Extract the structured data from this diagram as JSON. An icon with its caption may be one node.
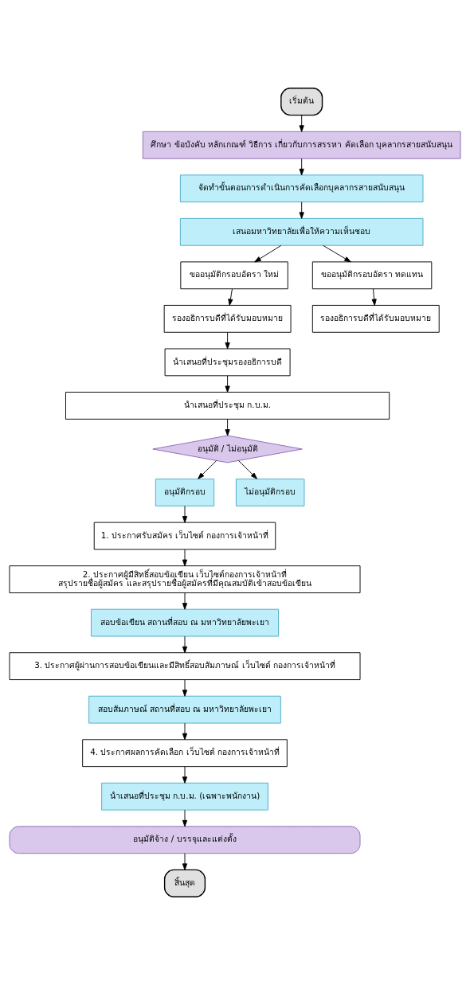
{
  "diagram": {
    "nodes": [
      {
        "text": [
          "เริ่มต้น"
        ]
      },
      {
        "text": [
          "ศึกษา ข้อบังคับ หลักเกณฑ์ วิธีการ เกี่ยวกับการสรรหา คัดเลือก บุคลากรสายสนับสนุน"
        ]
      },
      {
        "text": [
          "จัดทำขั้นตอนการดำเนินการคัดเลือกบุคลากรสายสนับสนุน"
        ]
      },
      {
        "text": [
          "เสนอมหาวิทยาลัยเพื่อให้ความเห็นชอบ"
        ]
      },
      {
        "text": [
          "ขออนุมัติกรอบอัตรา ใหม่"
        ]
      },
      {
        "text": [
          "ขออนุมัติกรอบอัตรา ทดแทน"
        ]
      },
      {
        "text": [
          "รองอธิการบดีที่ได้รับมอบหมาย"
        ]
      },
      {
        "text": [
          "รองอธิการบดีที่ได้รับมอบหมาย"
        ]
      },
      {
        "text": [
          "นำเสนอที่ประชุมรองอธิการบดี"
        ]
      },
      {
        "text": [
          "นำเสนอที่ประชุม ก.บ.ม."
        ]
      },
      {
        "text": [
          "อนุมัติ / ไม่อนุมัติ"
        ]
      },
      {
        "text": [
          "อนุมัติกรอบ"
        ]
      },
      {
        "text": [
          "ไม่อนุมัติกรอบ"
        ]
      },
      {
        "text": [
          "1. ประกาศรับสมัคร เว็บไซต์ กองการเจ้าหน้าที่"
        ]
      },
      {
        "text": [
          "2. ประกาศผู้มีสิทธิ์สอบข้อเขียน เว็บไซต์กองการเจ้าหน้าที่",
          "สรุปรายชื่อผู้สมัคร และสรุปรายชื่อผู้สมัครที่มีคุณสมบัติเข้าสอบข้อเขียน"
        ]
      },
      {
        "text": [
          "สอบข้อเขียน สถานที่สอบ ณ มหาวิทยาลัยพะเยา"
        ]
      },
      {
        "text": [
          "3. ประกาศผู้ผ่านการสอบข้อเขียนและมีสิทธิ์สอบสัมภาษณ์ เว็บไซต์ กองการเจ้าหน้าที่"
        ]
      },
      {
        "text": [
          "สอบสัมภาษณ์ สถานที่สอบ ณ มหาวิทยาลัยพะเยา"
        ]
      },
      {
        "text": [
          "4. ประกาศผลการคัดเลือก เว็บไซต์ กองการเจ้าหน้าที่"
        ]
      },
      {
        "text": [
          "นำเสนอที่ประชุม ก.บ.ม. (เฉพาะพนักงาน)"
        ]
      },
      {
        "text": [
          "อนุมัติจ้าง / บรรจุและแต่งตั้ง"
        ]
      },
      {
        "text": [
          "สิ้นสุด"
        ]
      }
    ],
    "edges": [
      {
        "from": 0,
        "to": 1,
        "arrow": "to"
      },
      {
        "from": 1,
        "to": 2,
        "arrow": "to"
      },
      {
        "from": 2,
        "to": 3,
        "arrow": "to"
      },
      {
        "from": 3,
        "to": 4,
        "arrow": "to"
      },
      {
        "from": 3,
        "to": 5,
        "arrow": "to"
      },
      {
        "from": 4,
        "to": 6,
        "arrow": "to"
      },
      {
        "from": 5,
        "to": 7,
        "arrow": "to"
      },
      {
        "from": 6,
        "to": 8,
        "arrow": "to"
      },
      {
        "from": 8,
        "to": 9,
        "arrow": "to"
      },
      {
        "from": 9,
        "to": 10,
        "arrow": "to"
      },
      {
        "from": 10,
        "to": 11,
        "arrow": "to"
      },
      {
        "from": 10,
        "to": 12,
        "arrow": "to"
      },
      {
        "from": 11,
        "to": 13,
        "arrow": "to"
      },
      {
        "from": 13,
        "to": 14,
        "arrow": "to"
      },
      {
        "from": 14,
        "to": 15,
        "arrow": "to"
      },
      {
        "from": 15,
        "to": 16,
        "arrow": "to"
      },
      {
        "from": 16,
        "to": 17,
        "arrow": "to"
      },
      {
        "from": 17,
        "to": 18,
        "arrow": "to"
      },
      {
        "from": 18,
        "to": 19,
        "arrow": "to"
      },
      {
        "from": 19,
        "to": 20,
        "arrow": "to"
      },
      {
        "from": 20,
        "to": 21,
        "arrow": "to"
      }
    ]
  }
}
